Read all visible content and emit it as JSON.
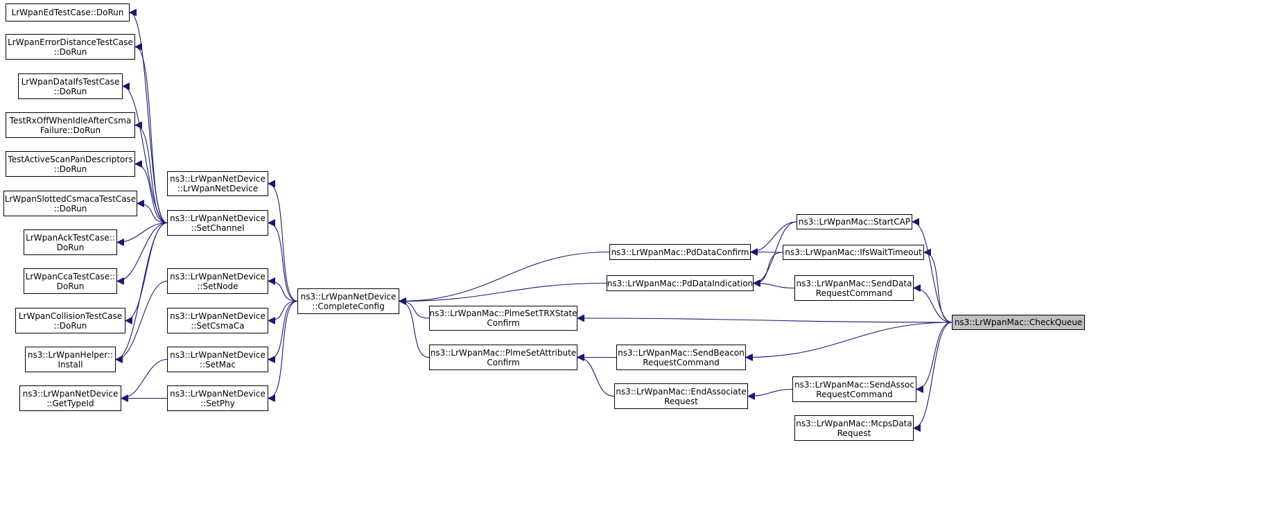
{
  "diagram": {
    "colors": {
      "edge": "#191970",
      "node_border": "#000000",
      "focus_fill": "#bfbfbf",
      "background": "#ffffff"
    },
    "nodes": {
      "edtest": {
        "lines": [
          "LrWpanEdTestCase::DoRun"
        ]
      },
      "errdist": {
        "lines": [
          "LrWpanErrorDistanceTestCase",
          "::DoRun"
        ]
      },
      "dataifs": {
        "lines": [
          "LrWpanDataIfsTestCase",
          "::DoRun"
        ]
      },
      "rxoff": {
        "lines": [
          "TestRxOffWhenIdleAfterCsma",
          "Failure::DoRun"
        ]
      },
      "activescan": {
        "lines": [
          "TestActiveScanPanDescriptors",
          "::DoRun"
        ]
      },
      "slotted": {
        "lines": [
          "LrWpanSlottedCsmacaTestCase",
          "::DoRun"
        ]
      },
      "acktest": {
        "lines": [
          "LrWpanAckTestCase::",
          "DoRun"
        ]
      },
      "ccatest": {
        "lines": [
          "LrWpanCcaTestCase::",
          "DoRun"
        ]
      },
      "collision": {
        "lines": [
          "LrWpanCollisionTestCase",
          "::DoRun"
        ]
      },
      "helper": {
        "lines": [
          "ns3::LrWpanHelper::",
          "Install"
        ]
      },
      "gettypeid": {
        "lines": [
          "ns3::LrWpanNetDevice",
          "::GetTypeId"
        ]
      },
      "ctor": {
        "lines": [
          "ns3::LrWpanNetDevice",
          "::LrWpanNetDevice"
        ]
      },
      "setchannel": {
        "lines": [
          "ns3::LrWpanNetDevice",
          "::SetChannel"
        ]
      },
      "setnode": {
        "lines": [
          "ns3::LrWpanNetDevice",
          "::SetNode"
        ]
      },
      "setcsmaca": {
        "lines": [
          "ns3::LrWpanNetDevice",
          "::SetCsmaCa"
        ]
      },
      "setmac": {
        "lines": [
          "ns3::LrWpanNetDevice",
          "::SetMac"
        ]
      },
      "setphy": {
        "lines": [
          "ns3::LrWpanNetDevice",
          "::SetPhy"
        ]
      },
      "completecfg": {
        "lines": [
          "ns3::LrWpanNetDevice",
          "::CompleteConfig"
        ]
      },
      "pddataconf": {
        "lines": [
          "ns3::LrWpanMac::PdDataConfirm"
        ]
      },
      "pddataind": {
        "lines": [
          "ns3::LrWpanMac::PdDataIndication"
        ]
      },
      "trxstate": {
        "lines": [
          "ns3::LrWpanMac::PlmeSetTRXState",
          "Confirm"
        ]
      },
      "setattr": {
        "lines": [
          "ns3::LrWpanMac::PlmeSetAttribute",
          "Confirm"
        ]
      },
      "beaconreq": {
        "lines": [
          "ns3::LrWpanMac::SendBeacon",
          "RequestCommand"
        ]
      },
      "endassoc": {
        "lines": [
          "ns3::LrWpanMac::EndAssociate",
          "Request"
        ]
      },
      "startcap": {
        "lines": [
          "ns3::LrWpanMac::StartCAP"
        ]
      },
      "ifswait": {
        "lines": [
          "ns3::LrWpanMac::IfsWaitTimeout"
        ]
      },
      "senddata": {
        "lines": [
          "ns3::LrWpanMac::SendData",
          "RequestCommand"
        ]
      },
      "sendassoc": {
        "lines": [
          "ns3::LrWpanMac::SendAssoc",
          "RequestCommand"
        ]
      },
      "mcpsdata": {
        "lines": [
          "ns3::LrWpanMac::McpsData",
          "Request"
        ]
      },
      "checkqueue": {
        "lines": [
          "ns3::LrWpanMac::CheckQueue"
        ]
      }
    },
    "focus_node": "checkqueue",
    "edges": [
      [
        "edtest",
        "setchannel"
      ],
      [
        "errdist",
        "setchannel"
      ],
      [
        "dataifs",
        "setchannel"
      ],
      [
        "rxoff",
        "setchannel"
      ],
      [
        "activescan",
        "setchannel"
      ],
      [
        "slotted",
        "setchannel"
      ],
      [
        "acktest",
        "setchannel"
      ],
      [
        "ccatest",
        "setchannel"
      ],
      [
        "collision",
        "setchannel"
      ],
      [
        "helper",
        "setchannel"
      ],
      [
        "helper",
        "setnode"
      ],
      [
        "gettypeid",
        "setmac"
      ],
      [
        "gettypeid",
        "setphy"
      ],
      [
        "ctor",
        "completecfg"
      ],
      [
        "setchannel",
        "completecfg"
      ],
      [
        "setnode",
        "completecfg"
      ],
      [
        "setcsmaca",
        "completecfg"
      ],
      [
        "setmac",
        "completecfg"
      ],
      [
        "setphy",
        "completecfg"
      ],
      [
        "completecfg",
        "pddataconf"
      ],
      [
        "completecfg",
        "pddataind"
      ],
      [
        "completecfg",
        "trxstate"
      ],
      [
        "completecfg",
        "setattr"
      ],
      [
        "pddataconf",
        "startcap"
      ],
      [
        "pddataconf",
        "ifswait"
      ],
      [
        "pddataind",
        "startcap"
      ],
      [
        "pddataind",
        "ifswait"
      ],
      [
        "pddataind",
        "senddata"
      ],
      [
        "setattr",
        "beaconreq"
      ],
      [
        "setattr",
        "endassoc"
      ],
      [
        "endassoc",
        "sendassoc"
      ],
      [
        "startcap",
        "checkqueue"
      ],
      [
        "ifswait",
        "checkqueue"
      ],
      [
        "senddata",
        "checkqueue"
      ],
      [
        "trxstate",
        "checkqueue"
      ],
      [
        "beaconreq",
        "checkqueue"
      ],
      [
        "sendassoc",
        "checkqueue"
      ],
      [
        "mcpsdata",
        "checkqueue"
      ]
    ]
  }
}
